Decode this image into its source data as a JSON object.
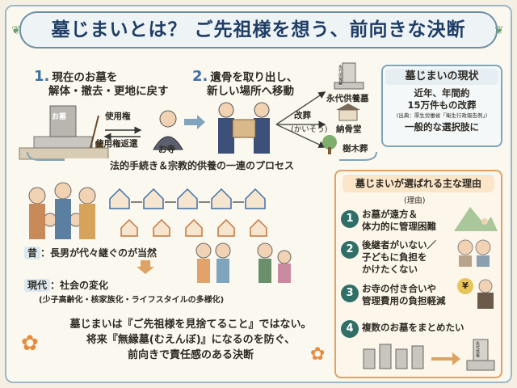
{
  "title": "墓じまいとは？ ご先祖様を想う、前向きな決断",
  "step1": {
    "num": "1.",
    "line1": "現在のお墓を",
    "line2": "解体・撤去・更地に戻す",
    "grave_label": "お墓",
    "right_label": "使用権",
    "return_label": "使用権返還",
    "temple_label": "お寺"
  },
  "step2": {
    "num": "2.",
    "line1": "遺骨を取り出し、",
    "line2": "新しい場所へ移動",
    "reburial": "改葬",
    "reburial_reading": "(かいそう)",
    "dest1": "永代供養墓",
    "dest2": "納骨堂",
    "dest3": "樹木葬",
    "dest1_sign": "永代供養墓"
  },
  "process_caption": "法的手続き＆宗教的供養の一連のプロセス",
  "status": {
    "title": "墓じまいの現状",
    "line1": "近年、年間約",
    "line2": "15万件もの改葬",
    "source": "(出典：厚生労働省「衛生行政報告例」)",
    "line3": "一般的な選択肢に"
  },
  "past": {
    "label": "昔",
    "text": "：長男が代々継ぐのが当然"
  },
  "present": {
    "label": "現代",
    "text": "：社会の変化",
    "sub": "(少子高齢化・核家族化・ライフスタイルの多様化)"
  },
  "reasons": {
    "title": "墓じまいが選ばれる主な理由",
    "subtitle": "(理由)",
    "items": [
      {
        "num": "1",
        "line1": "お墓が遠方＆",
        "line2": "体力的に管理困難",
        "line3": ""
      },
      {
        "num": "2",
        "line1": "後継者がいない／",
        "line2": "子どもに負担を",
        "line3": "かけたくない"
      },
      {
        "num": "3",
        "line1": "お寺の付き合いや",
        "line2": "管理費用の負担軽減",
        "line3": ""
      },
      {
        "num": "4",
        "line1": "複数のお墓をまとめたい",
        "line2": "",
        "line3": ""
      }
    ],
    "coin_symbol": "¥",
    "new_grave_sign": "永代供養"
  },
  "conclusion": {
    "line1": "墓じまいは『ご先祖様を見捨てること』ではない。",
    "line2": "将来『無縁墓(むえんぼ)』になるのを防ぐ、",
    "line3": "前向きで責任感のある決断"
  },
  "colors": {
    "accent_blue": "#3d6fa8",
    "teal": "#2f6f68",
    "orange": "#e0a262",
    "navy": "#1f3d66"
  }
}
